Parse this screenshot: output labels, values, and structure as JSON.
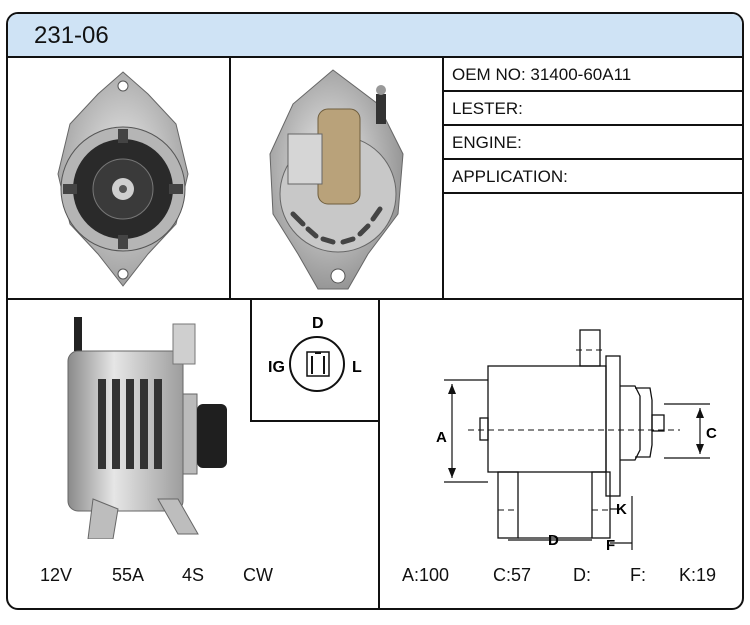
{
  "part_number": "231-06",
  "specs": {
    "oem": "OEM NO: 31400-60A11",
    "lester": "LESTER:",
    "engine": "ENGINE:",
    "application": "APPLICATION:"
  },
  "connector": {
    "d": "D",
    "ig": "IG",
    "l": "L"
  },
  "ratings": {
    "voltage": "12V",
    "amperage": "55A",
    "groove": "4S",
    "rotation": "CW"
  },
  "dimensions_diagram": {
    "a": "A",
    "c": "C",
    "d": "D",
    "f": "F",
    "k": "K"
  },
  "dimensions": {
    "a": "A:100",
    "c": "C:57",
    "d": "D:",
    "f": "F:",
    "k": "K:19"
  }
}
